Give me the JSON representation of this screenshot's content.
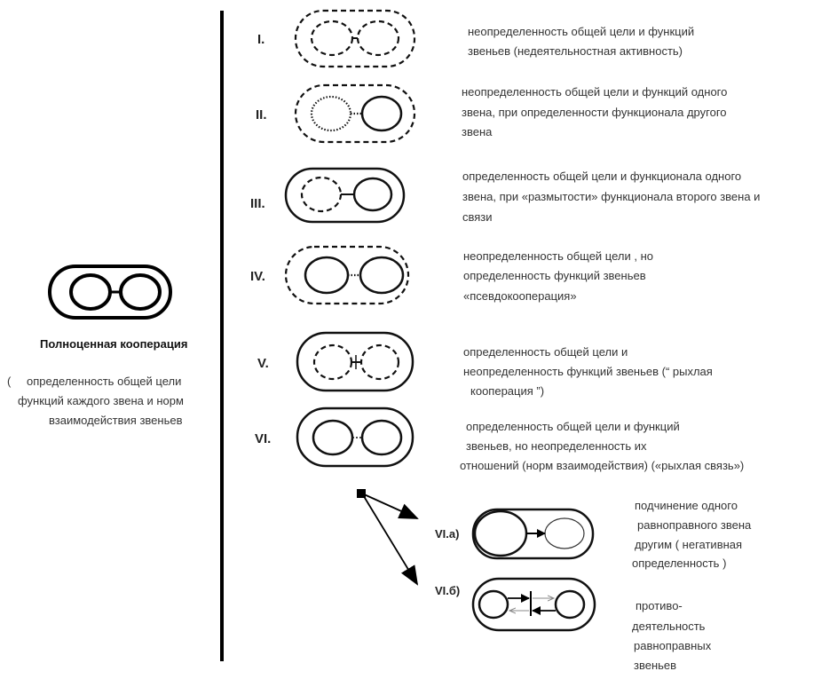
{
  "full_cooperation": {
    "title": "Полноценная кооперация",
    "paren": "(",
    "lines": [
      "определенность общей цели",
      "функций каждого звена и норм",
      "взаимодействия звеньев"
    ]
  },
  "rows": [
    {
      "label": "I.",
      "lines": [
        "неопределенность общей цели и функций",
        "звеньев (недеятельностная активность)"
      ]
    },
    {
      "label": "II.",
      "lines": [
        "неопределенность общей цели и функций одного",
        "звена,  при определенности функционала другого",
        "звена"
      ]
    },
    {
      "label": "III.",
      "lines": [
        "определенность общей цели  и функционала одного",
        "звена, при «размытости» функционала второго звена и",
        "связи"
      ]
    },
    {
      "label": "IV.",
      "lines": [
        "неопределенность общей цели ,  но",
        "определенность функций звеньев",
        "«псевдокооперация»"
      ]
    },
    {
      "label": "V.",
      "lines": [
        "определенность общей цели и",
        "неопределенность функций звеньев    (“ рыхлая",
        "кооперация ”)"
      ]
    },
    {
      "label": "VI.",
      "lines": [
        "определенность общей цели и функций",
        "звеньев,   но неопределенность их",
        "отношений  (норм взаимодействия)  («рыхлая связь»)"
      ]
    },
    {
      "label": "VI.а)",
      "lines": [
        "подчинение одного",
        "равноправного звена",
        "другим ( негативная",
        "определенность )"
      ]
    },
    {
      "label": "VI.б)",
      "lines": [
        "противо-",
        "деятельность",
        "равноправных",
        "звеньев"
      ]
    }
  ]
}
